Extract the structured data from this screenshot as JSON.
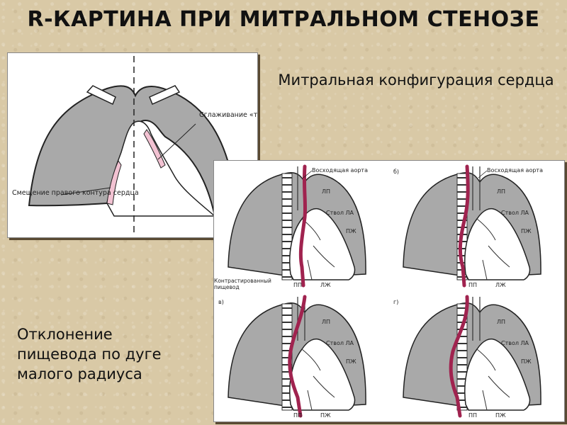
{
  "slide": {
    "title": "R-КАРТИНА ПРИ МИТРАЛЬНОМ СТЕНОЗЕ",
    "subtitle": "Митральная конфигурация сердца",
    "caption": "Отклонение пищевода по дуге малого радиуса"
  },
  "left_figure": {
    "label_waist": "Сглаживание «талии» сердца",
    "label_right_contour": "Смещение правого контура сердца"
  },
  "grid_figure": {
    "panels": [
      {
        "letter": "",
        "label_aorta": "Восходящая аорта",
        "label_lp": "ЛП",
        "label_la": "Ствол ЛА",
        "label_pzh": "ПЖ",
        "label_pp": "ПП",
        "label_lzh": "ЛЖ",
        "label_esophagus": "Контрастированный пищевод"
      },
      {
        "letter": "б)",
        "label_aorta": "Восходящая аорта",
        "label_lp": "ЛП",
        "label_la": "Ствол ЛА",
        "label_pzh": "ПЖ",
        "label_pp": "ПП",
        "label_lzh": "ЛЖ"
      },
      {
        "letter": "в)",
        "label_lp": "ЛП",
        "label_la": "Ствол ЛА",
        "label_lzh": "ЛЖ",
        "label_pp": "ПП",
        "label_pzh": "ПЖ"
      },
      {
        "letter": "г)",
        "label_lp": "ЛП",
        "label_la": "Ствол ЛА",
        "label_lzh": "ЛЖ",
        "label_pp": "ПП",
        "label_pzh": "ПЖ"
      }
    ]
  },
  "colors": {
    "lung": "#a9a9a9",
    "esophagus": "#a0234f",
    "pink_contour": "#f2c2d2"
  }
}
